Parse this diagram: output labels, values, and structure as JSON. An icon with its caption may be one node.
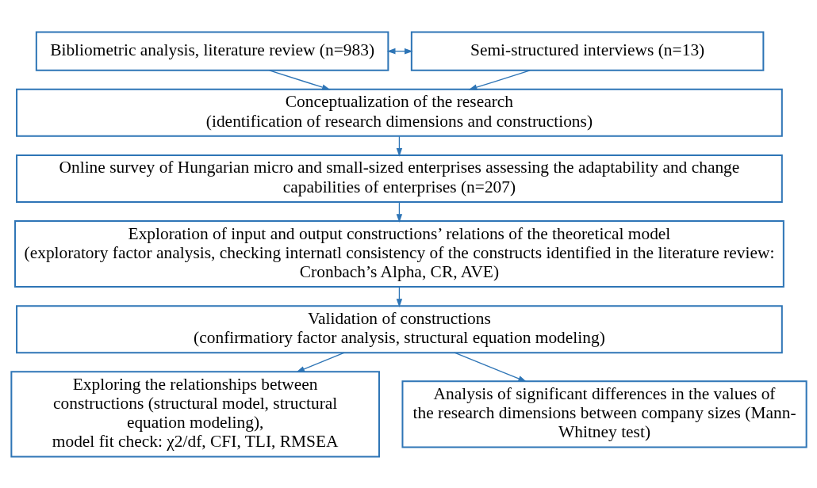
{
  "diagram": {
    "nodes": [
      {
        "text": [
          "Bibliometric analysis, literature review (n=983)"
        ]
      },
      {
        "text": [
          "Semi-structured interviews (n=13)"
        ]
      },
      {
        "text": [
          "Conceptualization of the research",
          "(identification of research dimensions and constructions)"
        ]
      },
      {
        "text": [
          "Online survey of Hungarian micro and small-sized enterprises assessing the adaptability and change capabilities of enterprises (n=207)"
        ]
      },
      {
        "text": [
          "Exploration of input and output constructions’ relations of the theoretical model",
          "(exploratory factor analysis, checking internatl consistency of the constructs identified in the literature review: Cronbach’s Alpha, CR, AVE)"
        ]
      },
      {
        "text": [
          "Validation of constructions",
          "(confirmatiory factor analysis, structural equation modeling)"
        ]
      },
      {
        "text": [
          "Exploring the relationships between constructions (structural model, structural equation modeling),",
          "model fit check: χ2/df, CFI, TLI, RMSEA"
        ]
      },
      {
        "text": [
          "Analysis of significant differences in the values of the research dimensions between company sizes (Mann-Whitney test)"
        ]
      }
    ],
    "edges": [
      {
        "from": 0,
        "to": 1,
        "arrow": "both"
      },
      {
        "from": 0,
        "to": 2,
        "arrow": "to"
      },
      {
        "from": 1,
        "to": 2,
        "arrow": "to"
      },
      {
        "from": 2,
        "to": 3,
        "arrow": "to"
      },
      {
        "from": 3,
        "to": 4,
        "arrow": "to"
      },
      {
        "from": 4,
        "to": 5,
        "arrow": "to"
      },
      {
        "from": 5,
        "to": 6,
        "arrow": "to"
      },
      {
        "from": 5,
        "to": 7,
        "arrow": "to"
      }
    ]
  }
}
